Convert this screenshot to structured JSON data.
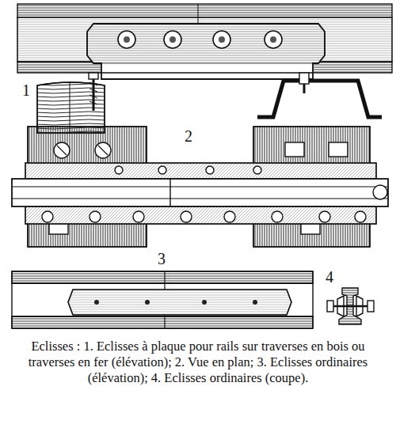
{
  "diagram": {
    "caption": "Eclisses : 1. Eclisses à plaque pour rails sur traverses en bois ou traverses en fer (élévation); 2. Vue en plan; 3. Eclisses ordinaires (élévation); 4. Eclisses ordinaires (coupe).",
    "labels": [
      "1",
      "2",
      "3",
      "4"
    ]
  }
}
